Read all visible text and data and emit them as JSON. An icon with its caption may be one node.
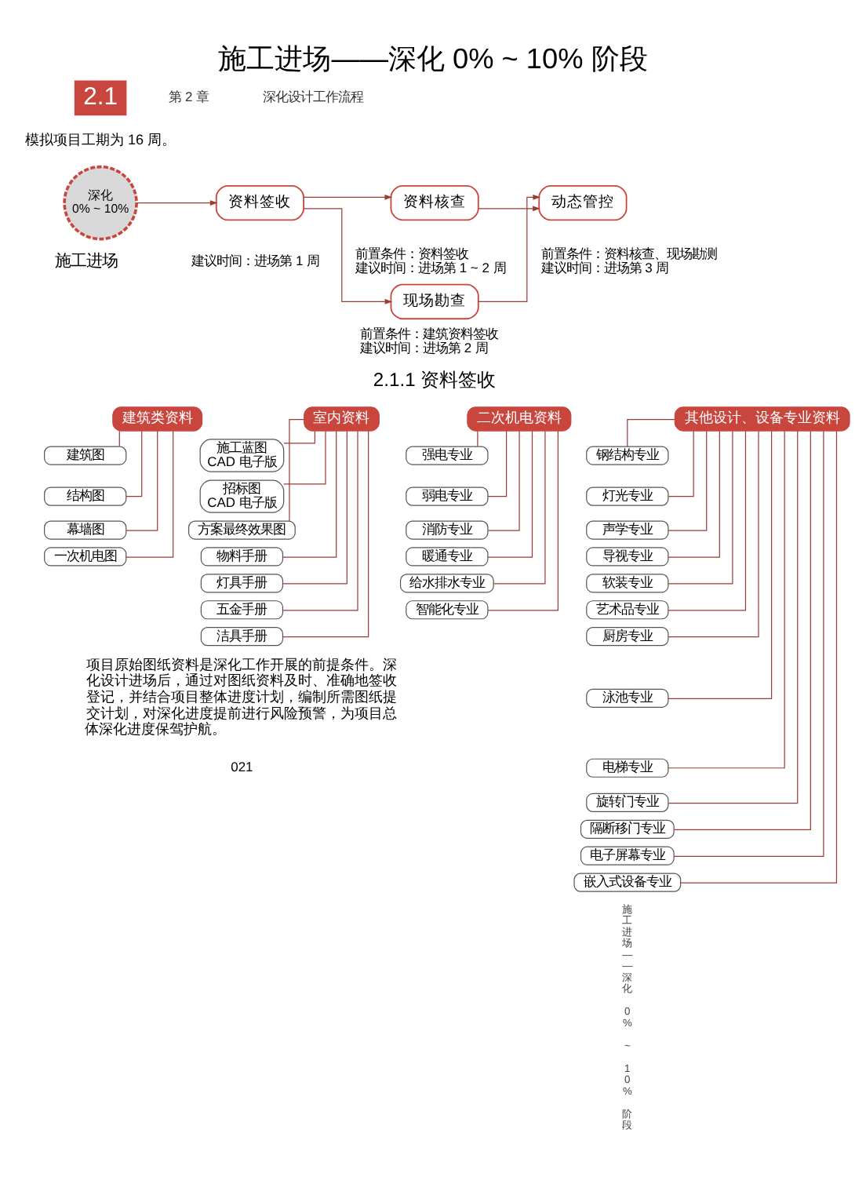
{
  "diagram": {
    "title": "施工进场——深化 0% ~ 10% 阶段",
    "nodes": [
      {
        "text": [
          "深化 0% ~ 10%"
        ],
        "beside": [
          "施工进场"
        ]
      },
      {
        "text": [
          "资料签收"
        ],
        "beside": [
          "建议时间：进场第 1 周"
        ]
      },
      {
        "text": [
          "资料核查"
        ],
        "beside": [
          "前置条件：资料签收",
          "建议时间：进场第 1 ~ 2 周"
        ]
      },
      {
        "text": [
          "现场勘查"
        ],
        "beside": [
          "前置条件：建筑资料签收",
          "建议时间：进场第 2 周"
        ]
      },
      {
        "text": [
          "动态管控"
        ],
        "beside": [
          "前置条件：资料核查、现场勘测",
          "建议时间：进场第 3 周"
        ]
      },
      {
        "text": [
          "建筑类资料"
        ]
      },
      {
        "text": [
          "建筑图"
        ]
      },
      {
        "text": [
          "结构图"
        ]
      },
      {
        "text": [
          "幕墙图"
        ]
      },
      {
        "text": [
          "一次机电图"
        ]
      },
      {
        "text": [
          "室内资料"
        ]
      },
      {
        "text": [
          "施工蓝图 CAD 电子版"
        ]
      },
      {
        "text": [
          "招标图 CAD 电子版"
        ]
      },
      {
        "text": [
          "方案最终效果图"
        ]
      },
      {
        "text": [
          "物料手册"
        ]
      },
      {
        "text": [
          "灯具手册"
        ]
      },
      {
        "text": [
          "五金手册"
        ]
      },
      {
        "text": [
          "洁具手册"
        ]
      },
      {
        "text": [
          "二次机电资料"
        ]
      },
      {
        "text": [
          "强电专业"
        ]
      },
      {
        "text": [
          "弱电专业"
        ]
      },
      {
        "text": [
          "消防专业"
        ]
      },
      {
        "text": [
          "暖通专业"
        ]
      },
      {
        "text": [
          "给水排水专业"
        ]
      },
      {
        "text": [
          "智能化专业"
        ]
      },
      {
        "text": [
          "其他设计、设备专业资料"
        ]
      },
      {
        "text": [
          "钢结构专业"
        ]
      },
      {
        "text": [
          "灯光专业"
        ]
      },
      {
        "text": [
          "声学专业"
        ]
      },
      {
        "text": [
          "导视专业"
        ]
      },
      {
        "text": [
          "软装专业"
        ]
      },
      {
        "text": [
          "艺术品专业"
        ]
      },
      {
        "text": [
          "厨房专业"
        ]
      },
      {
        "text": [
          "泳池专业"
        ]
      },
      {
        "text": [
          "电梯专业"
        ]
      },
      {
        "text": [
          "旋转门专业"
        ]
      },
      {
        "text": [
          "隔断移门专业"
        ]
      },
      {
        "text": [
          "电子屏幕专业"
        ]
      },
      {
        "text": [
          "嵌入式设备专业"
        ]
      }
    ],
    "edges": [
      {
        "from": 0,
        "to": 1,
        "arrow": "to"
      },
      {
        "from": 1,
        "to": 2,
        "arrow": "to"
      },
      {
        "from": 1,
        "to": 3,
        "arrow": "to"
      },
      {
        "from": 2,
        "to": 4,
        "arrow": "to"
      },
      {
        "from": 3,
        "to": 4,
        "arrow": "to"
      },
      {
        "from": 5,
        "to": 6,
        "arrow": "none"
      },
      {
        "from": 5,
        "to": 7,
        "arrow": "none"
      },
      {
        "from": 5,
        "to": 8,
        "arrow": "none"
      },
      {
        "from": 5,
        "to": 9,
        "arrow": "none"
      },
      {
        "from": 10,
        "to": 11,
        "arrow": "none"
      },
      {
        "from": 10,
        "to": 12,
        "arrow": "none"
      },
      {
        "from": 10,
        "to": 13,
        "arrow": "none"
      },
      {
        "from": 10,
        "to": 14,
        "arrow": "none"
      },
      {
        "from": 10,
        "to": 15,
        "arrow": "none"
      },
      {
        "from": 10,
        "to": 16,
        "arrow": "none"
      },
      {
        "from": 10,
        "to": 17,
        "arrow": "none"
      },
      {
        "from": 18,
        "to": 19,
        "arrow": "none"
      },
      {
        "from": 18,
        "to": 20,
        "arrow": "none"
      },
      {
        "from": 18,
        "to": 21,
        "arrow": "none"
      },
      {
        "from": 18,
        "to": 22,
        "arrow": "none"
      },
      {
        "from": 18,
        "to": 23,
        "arrow": "none"
      },
      {
        "from": 18,
        "to": 24,
        "arrow": "none"
      },
      {
        "from": 25,
        "to": 26,
        "arrow": "none"
      },
      {
        "from": 25,
        "to": 27,
        "arrow": "none"
      },
      {
        "from": 25,
        "to": 28,
        "arrow": "none"
      },
      {
        "from": 25,
        "to": 29,
        "arrow": "none"
      },
      {
        "from": 25,
        "to": 30,
        "arrow": "none"
      },
      {
        "from": 25,
        "to": 31,
        "arrow": "none"
      },
      {
        "from": 25,
        "to": 32,
        "arrow": "none"
      },
      {
        "from": 25,
        "to": 33,
        "arrow": "none"
      },
      {
        "from": 25,
        "to": 34,
        "arrow": "none"
      },
      {
        "from": 25,
        "to": 35,
        "arrow": "none"
      },
      {
        "from": 25,
        "to": 36,
        "arrow": "none"
      },
      {
        "from": 25,
        "to": 37,
        "arrow": "none"
      },
      {
        "from": 25,
        "to": 38,
        "arrow": "none"
      }
    ],
    "labels": [
      "第 2 章",
      "深化设计工作流程",
      "2.1",
      "模拟项目工期为 16 周。",
      "2.1.1 资料签收",
      "项目原始图纸资料是深化工作开展的前提条件。深化设计进场后，通过对图纸资料及时、准确地签收登记，并结合项目整体进度计划，编制所需图纸提交计划，对深化进度提前进行风险预警，为项目总体深化进度保驾护航。",
      "021",
      "施工进场——深化 0% ~ 10% 阶段"
    ]
  }
}
